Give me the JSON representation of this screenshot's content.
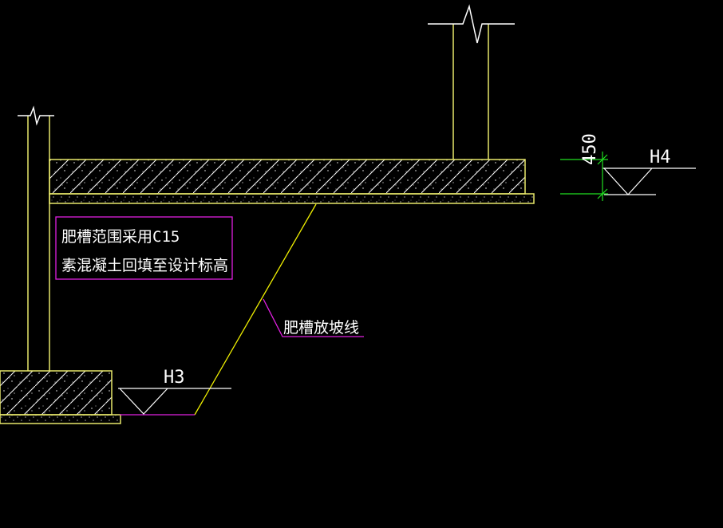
{
  "colors": {
    "background": "#000000",
    "structure": "#e8e86a",
    "slope": "#f0f000",
    "leader": "#e020e0",
    "text": "#ffffff",
    "dimension": "#20e020",
    "hatch": "#ffffff"
  },
  "labels": {
    "backfill_line1": "肥槽范围采用C15",
    "backfill_line2": "素混凝土回填至设计标高",
    "slope_line": "肥槽放坡线",
    "elevation_h3": "H3",
    "elevation_h4": "H4",
    "dimension_450": "450"
  }
}
